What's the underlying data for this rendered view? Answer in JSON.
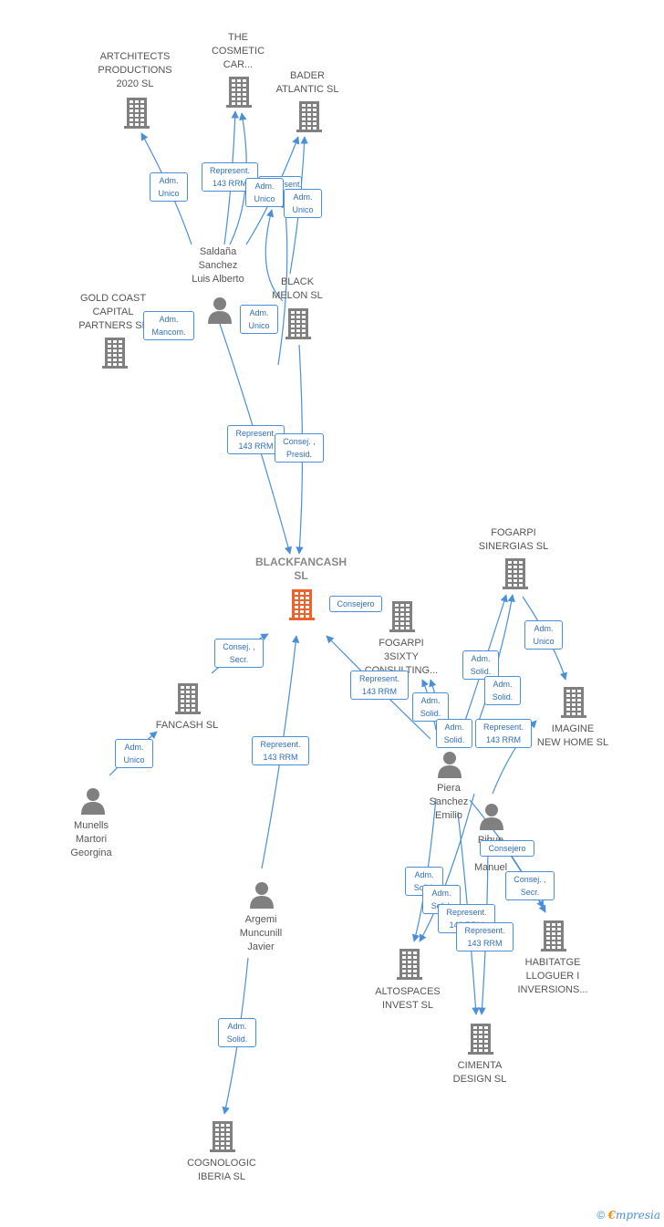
{
  "colors": {
    "edge": "#4a90d9",
    "company": "#808080",
    "focus": "#f0622b",
    "person": "#808080",
    "label": "#555555"
  },
  "nodes": [
    {
      "id": "architects",
      "type": "company",
      "label": "ARTCHITECTS\nPRODUCTIONS\n2020  SL"
    },
    {
      "id": "cosmetic",
      "type": "company",
      "label": "THE\nCOSMETIC\nCAR..."
    },
    {
      "id": "bader",
      "type": "company",
      "label": "BADER\nATLANTIC  SL"
    },
    {
      "id": "saldana",
      "type": "person",
      "label": "Saldaña\nSanchez\nLuis Alberto"
    },
    {
      "id": "goldcoast",
      "type": "company",
      "label": "GOLD COAST\nCAPITAL\nPARTNERS  SL"
    },
    {
      "id": "blackmelon",
      "type": "company",
      "label": "BLACK\nMELON  SL"
    },
    {
      "id": "blackfancash",
      "type": "focus",
      "label": "BLACKFANCASH\nSL"
    },
    {
      "id": "fogarpi_sin",
      "type": "company",
      "label": "FOGARPI\nSINERGIAS  SL"
    },
    {
      "id": "fogarpi_3s",
      "type": "company",
      "label": "FOGARPI\n3SIXTY\nCONSULTING..."
    },
    {
      "id": "fancash",
      "type": "company",
      "label": "FANCASH  SL"
    },
    {
      "id": "imagine",
      "type": "company",
      "label": "IMAGINE\nNEW HOME  SL"
    },
    {
      "id": "munells",
      "type": "person",
      "label": "Munells\nMartori\nGeorgina"
    },
    {
      "id": "piera",
      "type": "person",
      "label": "Piera\nSanchez\nEmilio"
    },
    {
      "id": "pique",
      "type": "person",
      "label": "Pique\nTo...\nManuel"
    },
    {
      "id": "argemi",
      "type": "person",
      "label": "Argemi\nMuncunill\nJavier"
    },
    {
      "id": "habitatge",
      "type": "company",
      "label": "HABITATGE\nLLOGUER I\nINVERSIONS..."
    },
    {
      "id": "altospaces",
      "type": "company",
      "label": "ALTOSPACES\nINVEST  SL"
    },
    {
      "id": "cimenta",
      "type": "company",
      "label": "CIMENTA\nDESIGN  SL"
    },
    {
      "id": "cognologic",
      "type": "company",
      "label": "COGNOLOGIC\nIBERIA SL"
    }
  ],
  "relations": [
    {
      "label": "Adm.\nUnico"
    },
    {
      "label": "Represent.\n143 RRM"
    },
    {
      "label": "Represent.\n143 RRM"
    },
    {
      "label": "Adm.\nUnico"
    },
    {
      "label": "Adm.\nUnico"
    },
    {
      "label": "Adm.\nMancom."
    },
    {
      "label": "Adm.\nUnico"
    },
    {
      "label": "Represent.\n143 RRM"
    },
    {
      "label": "Consej. ,\nPresid."
    },
    {
      "label": "Consejero"
    },
    {
      "label": "Consej. ,\nSecr."
    },
    {
      "label": "Adm.\nUnico"
    },
    {
      "label": "Adm.\nSolid."
    },
    {
      "label": "Adm.\nSolid."
    },
    {
      "label": "Adm.\nUnico"
    },
    {
      "label": "Represent.\n143 RRM"
    },
    {
      "label": "Adm.\nSolid."
    },
    {
      "label": "Adm.\nSolid."
    },
    {
      "label": "Represent.\n143 RRM"
    },
    {
      "label": "Represent.\n143 RRM"
    },
    {
      "label": "Consejero"
    },
    {
      "label": "Consej. ,\nSecr."
    },
    {
      "label": "Adm.\nSolid."
    },
    {
      "label": "Adm.\nSolid."
    },
    {
      "label": "Represent.\n143 RRM"
    },
    {
      "label": "Represent.\n143 RRM"
    },
    {
      "label": "Adm.\nSolid."
    }
  ],
  "footer": {
    "copyright": "©",
    "brand_e": "€",
    "brand_rest": "mpresia"
  }
}
